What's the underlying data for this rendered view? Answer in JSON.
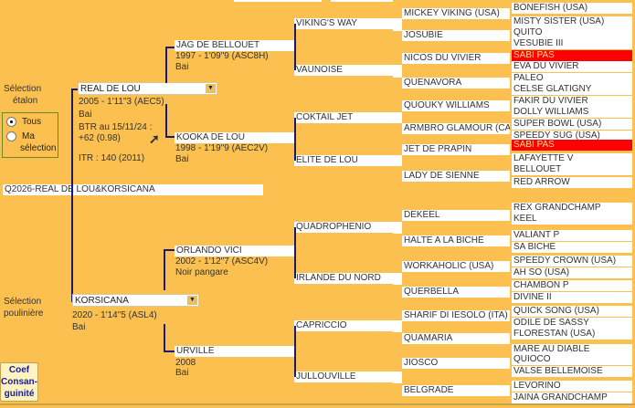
{
  "selection_etalon": {
    "label_line1": "Sélection",
    "label_line2": "étalon",
    "options": [
      "Tous",
      "Ma",
      "sélection"
    ]
  },
  "selection_pouliniere": {
    "label_line1": "Sélection",
    "label_line2": "poulinière"
  },
  "coef_button": {
    "line1": "Coef",
    "line2": "Consan-",
    "line3": "guinité"
  },
  "cross_title": "Q2026-REAL DE LOU&KORSICANA",
  "sire": {
    "name": "REAL DE LOU",
    "info": "2005 -  1'11\"3 (AEC5)",
    "color": "Bai",
    "btr_line1": "BTR au 15/11/24 :",
    "btr_line2": "+62   (0.98)",
    "itr": "ITR :  140  (2011)"
  },
  "dam": {
    "name": "KORSICANA",
    "info": "2020 -  1'14\"5 (ASL4)",
    "color": "Bai"
  },
  "gen2": [
    {
      "name": "JAG DE BELLOUET",
      "info": "1997 -  1'09\"9 (ASC8H)",
      "color": "Bai"
    },
    {
      "name": "KOOKA DE LOU",
      "info": "1998 -  1'19\"9 (AEC2V)",
      "color": "Bai"
    },
    {
      "name": "ORLANDO VICI",
      "info": "2002 -  1'12\"7 (ASC4V)",
      "color": "Noir pangare"
    },
    {
      "name": "URVILLE",
      "info": "2008",
      "color": "Bai"
    }
  ],
  "gen3": [
    "VIKING'S WAY",
    "VAUNOISE",
    "COKTAIL JET",
    "ELITE DE LOU",
    "QUADROPHENIO",
    "IRLANDE DU NORD",
    "CAPRICCIO",
    "JULLOUVILLE"
  ],
  "gen4": [
    "MICKEY VIKING (USA)",
    "JOSUBIE",
    "NICOS DU VIVIER",
    "QUENAVORA",
    "QUOUKY WILLIAMS",
    "ARMBRO GLAMOUR (CAN",
    "JET DE PRAPIN",
    "LADY DE SIENNE",
    "DEKEEL",
    "HALTE A LA BICHE",
    "WORKAHOLIC (USA)",
    "QUERBELLA",
    "SHARIF DI IESOLO (ITA)",
    "QUAMARIA",
    "JIOSCO",
    "BELGRADE"
  ],
  "gen5": [
    {
      "name": "BONEFISH (USA)"
    },
    {
      "name": "MISTY SISTER (USA)"
    },
    {
      "name": "QUITO"
    },
    {
      "name": "VESUBIE III"
    },
    {
      "name": "SABI PAS",
      "highlight": true
    },
    {
      "name": "EVA DU VIVIER"
    },
    {
      "name": "PALEO"
    },
    {
      "name": "CELSE GLATIGNY"
    },
    {
      "name": "FAKIR DU VIVIER"
    },
    {
      "name": "DOLLY WILLIAMS"
    },
    {
      "name": "SUPER BOWL (USA)"
    },
    {
      "name": "SPEEDY SUG (USA)"
    },
    {
      "name": "SABI PAS",
      "highlight": true
    },
    {
      "name": "LAFAYETTE V"
    },
    {
      "name": "BELLOUET"
    },
    {
      "name": "RED ARROW"
    },
    {
      "name": "REX GRANDCHAMP"
    },
    {
      "name": "KEEL"
    },
    {
      "name": "VALIANT P"
    },
    {
      "name": "SA BICHE"
    },
    {
      "name": "SPEEDY CROWN (USA)"
    },
    {
      "name": "AH SO (USA)"
    },
    {
      "name": "CHAMBON P"
    },
    {
      "name": "DIVINE II"
    },
    {
      "name": "QUICK SONG (USA)"
    },
    {
      "name": "ODILE DE SASSY"
    },
    {
      "name": "FLORESTAN (USA)"
    },
    {
      "name": "MARE AU DIABLE"
    },
    {
      "name": "QUIOCO"
    },
    {
      "name": "VALSE BELLEMOISE"
    },
    {
      "name": "LEVORINO"
    },
    {
      "name": "JAINA GRANDCHAMP"
    }
  ],
  "colors": {
    "background": "#fbc04f",
    "highlight": "#ff0000",
    "line": "#1a1a6e"
  }
}
